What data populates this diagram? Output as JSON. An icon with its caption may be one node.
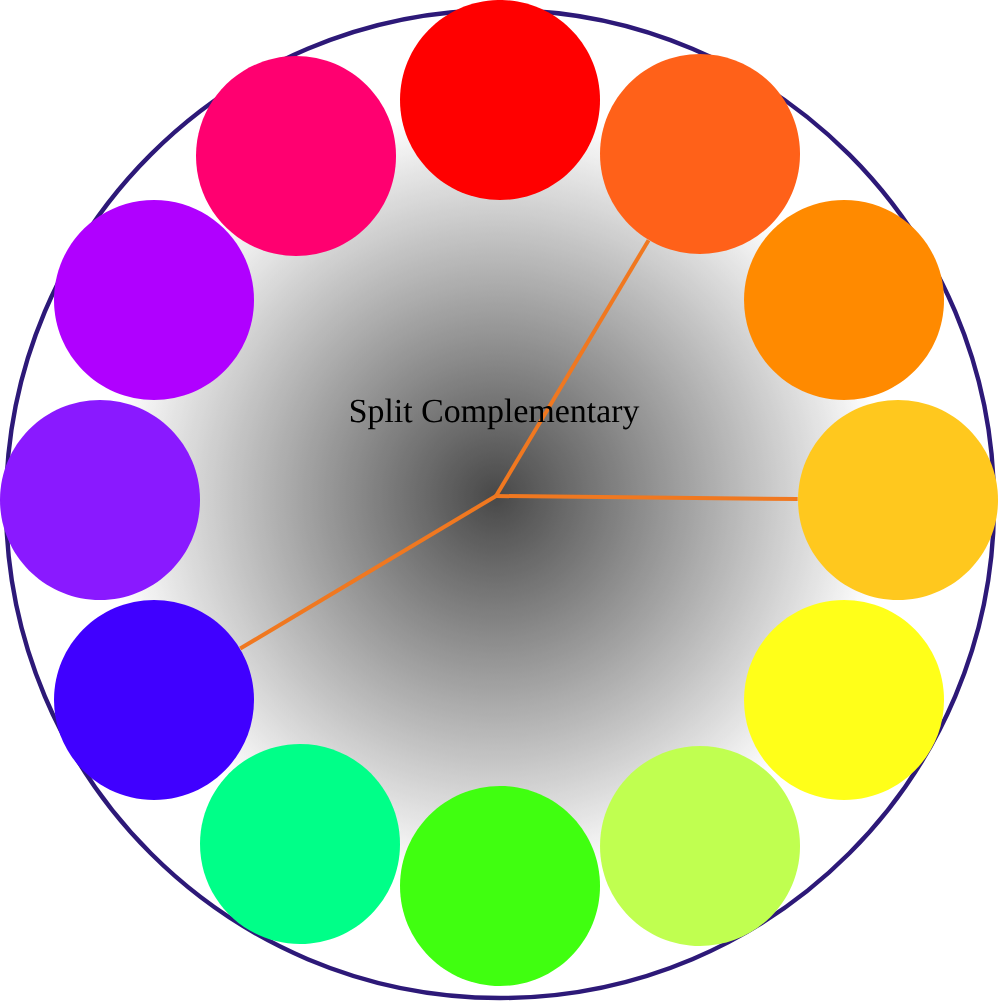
{
  "diagram": {
    "title": "Split Complementary",
    "nodes": [
      {
        "text": [],
        "shape": "circle"
      },
      {
        "text": [],
        "shape": "circle"
      },
      {
        "text": [],
        "shape": "circle"
      },
      {
        "text": [],
        "shape": "circle"
      },
      {
        "text": [],
        "shape": "circle"
      },
      {
        "text": [],
        "shape": "circle"
      },
      {
        "text": [],
        "shape": "circle"
      },
      {
        "text": [],
        "shape": "circle"
      },
      {
        "text": [],
        "shape": "circle"
      },
      {
        "text": [],
        "shape": "circle"
      },
      {
        "text": [],
        "shape": "circle"
      },
      {
        "text": [],
        "shape": "circle"
      }
    ],
    "edges": [
      {
        "from": null,
        "to": 1,
        "arrow": "none"
      },
      {
        "from": null,
        "to": 3,
        "arrow": "none"
      },
      {
        "from": null,
        "to": 8,
        "arrow": "none"
      }
    ]
  }
}
